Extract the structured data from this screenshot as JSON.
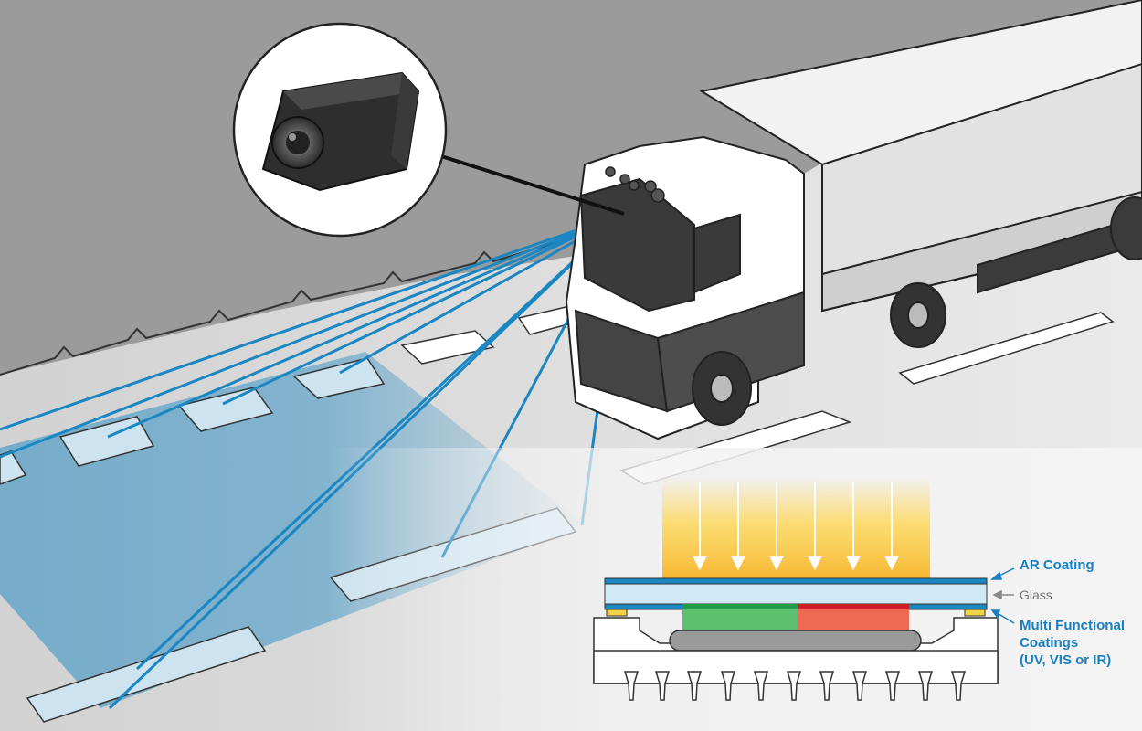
{
  "colors": {
    "sky": "#9b9b9b",
    "road": "#dedede",
    "beam": "#1a86c2",
    "ar_coating": "#1a86c2",
    "glass": "#cfe9f6",
    "sensor_green": "#5cbf6e",
    "sensor_red": "#ee6a55",
    "label_blue": "#1a7fc0",
    "label_gray": "#777777"
  },
  "labels": {
    "ar_coating": "AR Coating",
    "glass": "Glass",
    "mfc_line1": "Multi Functional",
    "mfc_line2": "Coatings",
    "mfc_line3": "(UV, VIS or IR)"
  },
  "icons": [
    "camera-icon",
    "truck-icon",
    "light-arrow-icon",
    "sensor-chip-icon"
  ]
}
